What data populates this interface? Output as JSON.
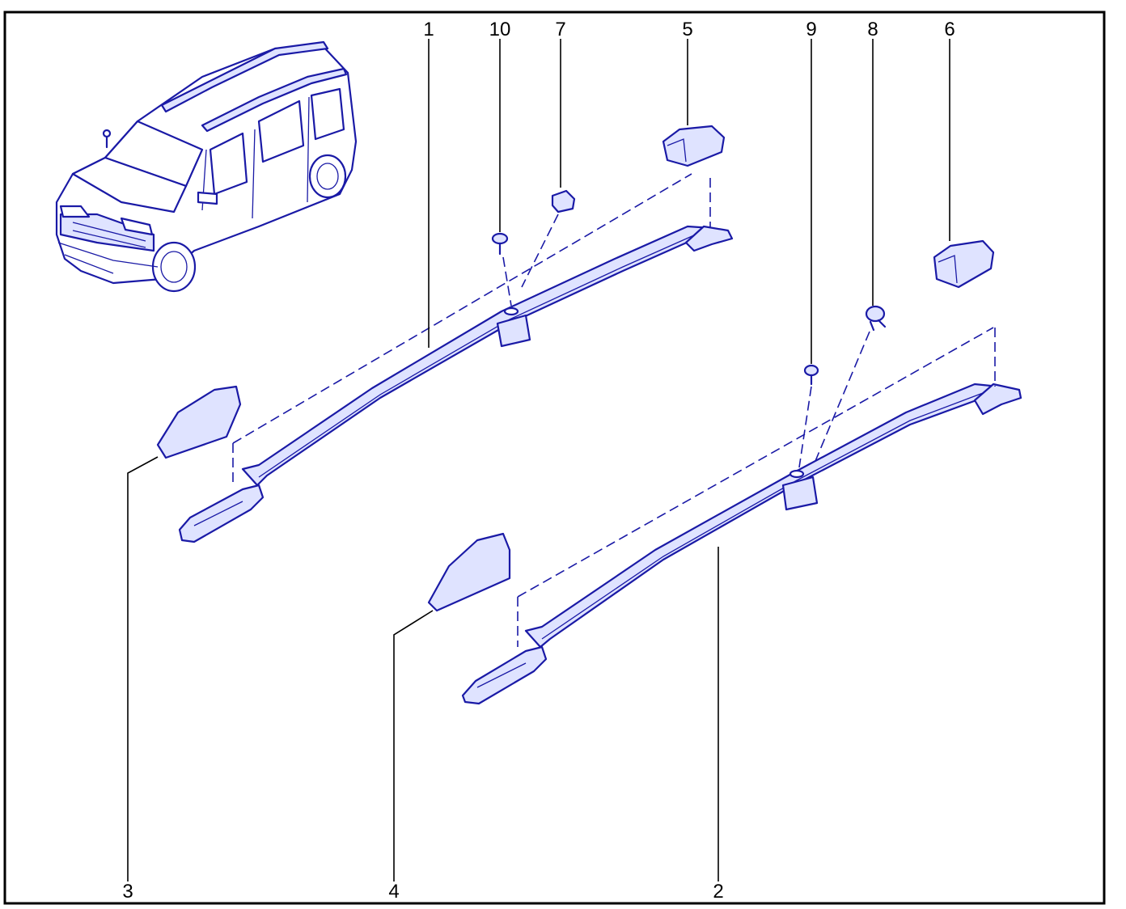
{
  "diagram": {
    "line_color": "#1a1aa6",
    "fill_shade": "#dfe3ff",
    "callouts": [
      {
        "id": "1",
        "label": "1"
      },
      {
        "id": "10",
        "label": "10"
      },
      {
        "id": "7",
        "label": "7"
      },
      {
        "id": "5",
        "label": "5"
      },
      {
        "id": "9",
        "label": "9"
      },
      {
        "id": "8",
        "label": "8"
      },
      {
        "id": "6",
        "label": "6"
      },
      {
        "id": "3",
        "label": "3"
      },
      {
        "id": "4",
        "label": "4"
      },
      {
        "id": "2",
        "label": "2"
      }
    ]
  }
}
